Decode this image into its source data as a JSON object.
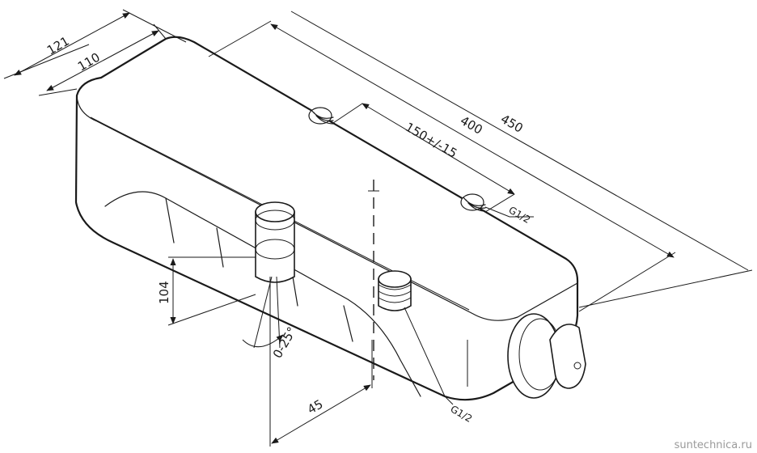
{
  "dimensions": {
    "width_121": "121",
    "width_110": "110",
    "length_400": "400",
    "length_450": "450",
    "spacing": "150+/-15",
    "height_104": "104",
    "offset_45": "45",
    "angle": "0-25°"
  },
  "threads": {
    "top": "G1/2",
    "bottom": "G1/2"
  },
  "watermark": "suntechnica.ru"
}
